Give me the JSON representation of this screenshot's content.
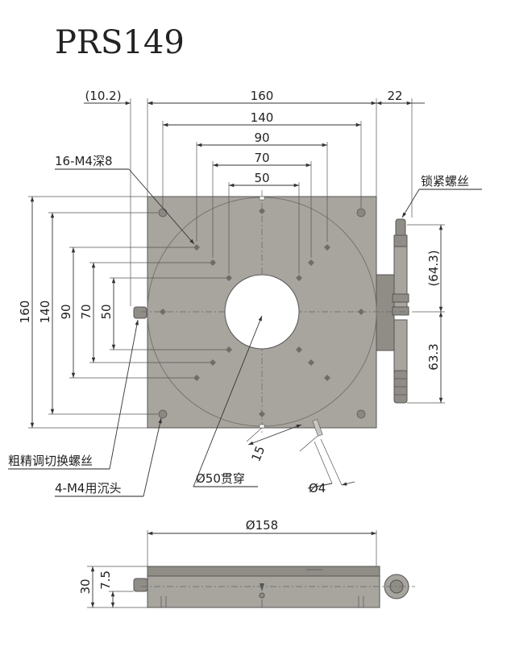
{
  "title": "PRS149",
  "top_dimensions": {
    "offset": "(10.2)",
    "width_160": "160",
    "side_22": "22",
    "width_140": "140",
    "width_90": "90",
    "width_70": "70",
    "width_50": "50"
  },
  "left_dimensions": {
    "height_160": "160",
    "height_140": "140",
    "height_90": "90",
    "height_70": "70",
    "height_50": "50"
  },
  "right_dimensions": {
    "upper": "(64.3)",
    "lower": "63.3"
  },
  "bottom_dimensions": {
    "dim_15": "15",
    "dia_4": "Ø4",
    "dia_158": "Ø158"
  },
  "side_view_dimensions": {
    "height_30": "30",
    "height_7_5": "7.5"
  },
  "callouts": {
    "holes_16_m4": "16-M4深8",
    "lock_screw": "锁紧螺丝",
    "coarse_fine_screw": "粗精调切换螺丝",
    "holes_4_m4": "4-M4用沉头",
    "through_hole": "Ø50贯穿"
  }
}
